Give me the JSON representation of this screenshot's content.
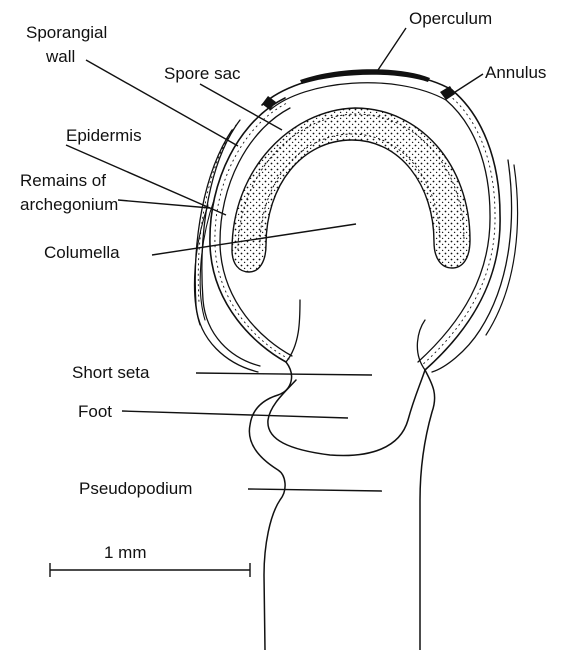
{
  "labels": {
    "operculum": "Operculum",
    "annulus": "Annulus",
    "sporangial_wall_1": "Sporangial",
    "sporangial_wall_2": "wall",
    "spore_sac": "Spore sac",
    "epidermis": "Epidermis",
    "remains_1": "Remains of",
    "remains_2": "archegonium",
    "columella": "Columella",
    "short_seta": "Short seta",
    "foot": "Foot",
    "pseudopodium": "Pseudopodium"
  },
  "scale_bar": {
    "label": "1 mm"
  }
}
